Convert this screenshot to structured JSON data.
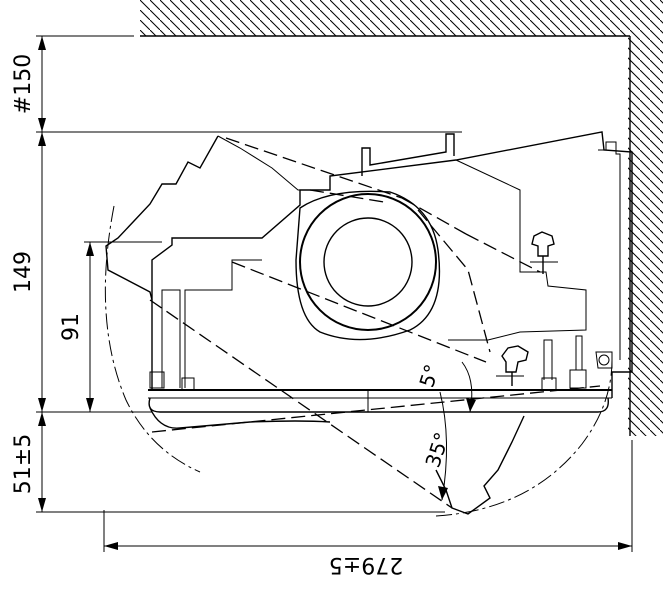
{
  "dimensions": {
    "ceiling_clearance": "#150",
    "unit_height": "149",
    "panel_height": "91",
    "panel_drop": "51±5",
    "overall_width": "279±5"
  },
  "angles": {
    "small": "5°",
    "large": "35°"
  }
}
